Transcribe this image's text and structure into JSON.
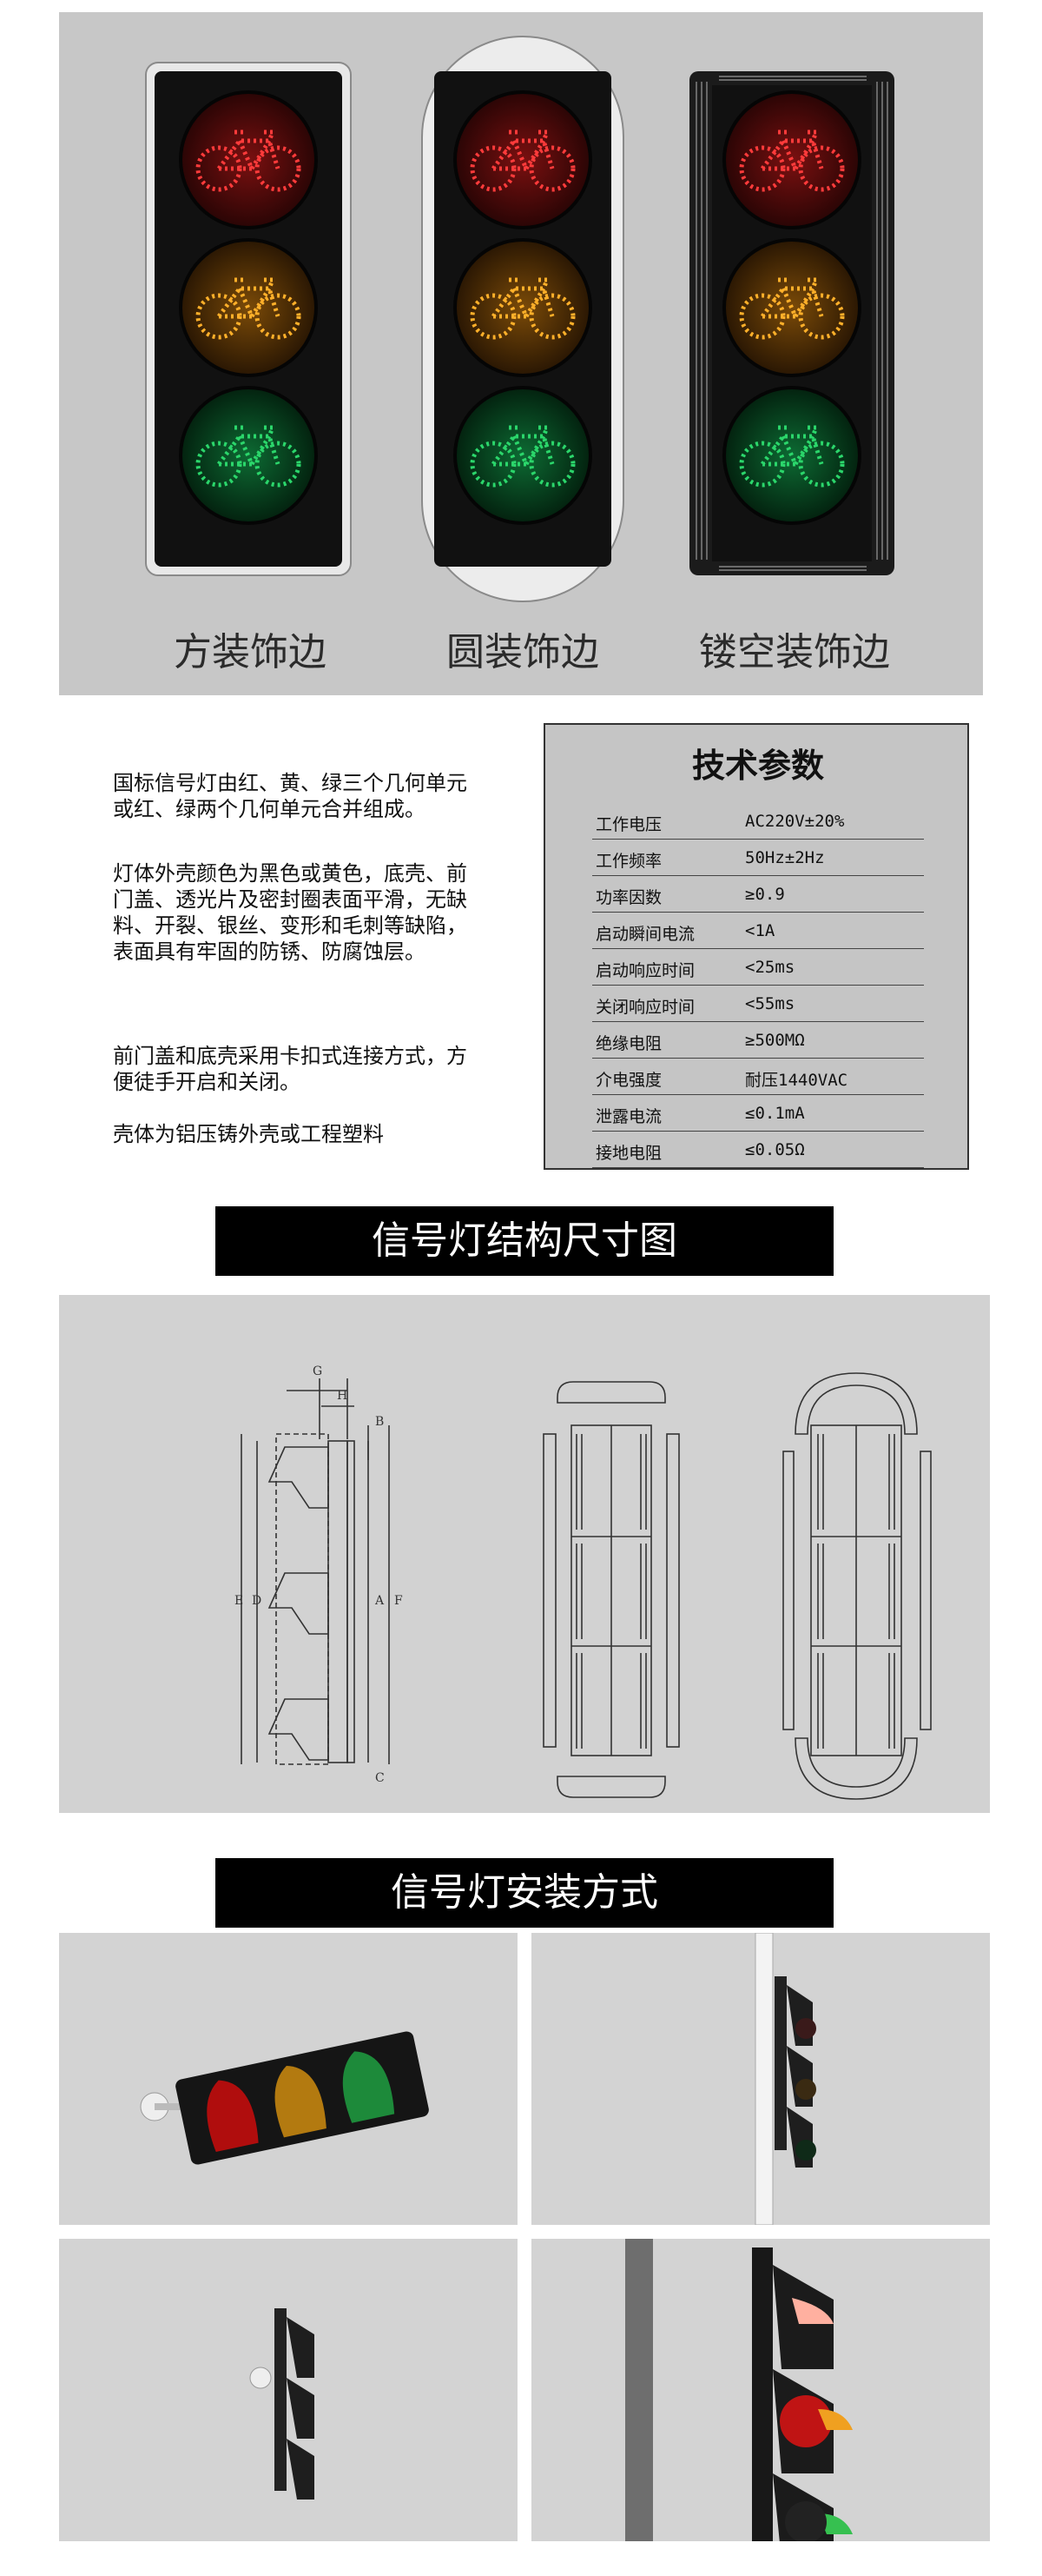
{
  "hero": {
    "labels": [
      "方装饰边",
      "圆装饰边",
      "镂空装饰边"
    ],
    "colors": {
      "red": "#ff3b3b",
      "amber": "#ffb02a",
      "green": "#2bd66b",
      "background": "#c7c7c7"
    }
  },
  "description": {
    "paragraphs": [
      "国标信号灯由红、黄、绿三个几何单元或红、绿两个几何单元合并组成。",
      "灯体外壳颜色为黑色或黄色，底壳、前门盖、透光片及密封圈表面平滑，无缺料、开裂、银丝、变形和毛刺等缺陷，表面具有牢固的防锈、防腐蚀层。",
      "前门盖和底壳采用卡扣式连接方式，方便徒手开启和关闭。",
      "壳体为铝压铸外壳或工程塑料"
    ]
  },
  "spec": {
    "title": "技术参数",
    "rows": [
      {
        "name": "工作电压",
        "value": "AC220V±20%"
      },
      {
        "name": "工作频率",
        "value": "50Hz±2Hz"
      },
      {
        "name": "功率因数",
        "value": "≥0.9"
      },
      {
        "name": "启动瞬间电流",
        "value": "<1A"
      },
      {
        "name": "启动响应时间",
        "value": "<25ms"
      },
      {
        "name": "关闭响应时间",
        "value": "<55ms"
      },
      {
        "name": "绝缘电阻",
        "value": "≥500MΩ"
      },
      {
        "name": "介电强度",
        "value": "耐压1440VAC"
      },
      {
        "name": "泄露电流",
        "value": "≤0.1mA"
      },
      {
        "name": "接地电阻",
        "value": "≤0.05Ω"
      }
    ]
  },
  "banners": {
    "structure": "信号灯结构尺寸图",
    "install": "信号灯安装方式"
  },
  "dimension_letters": [
    "G",
    "H",
    "B",
    "E",
    "D",
    "A",
    "F",
    "C"
  ]
}
